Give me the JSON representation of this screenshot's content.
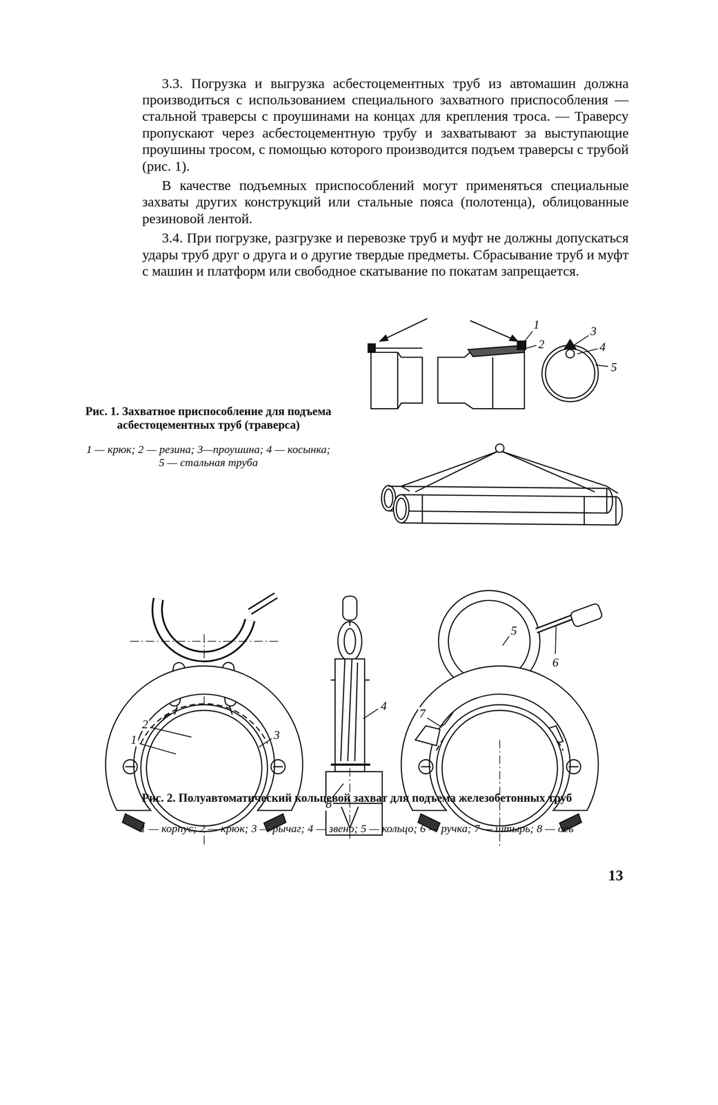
{
  "diagram": {
    "labels": [
      "3.3. Погрузка и выгрузка асбестоцементных труб из автомашин должна производиться с использованием специального захватного приспособления — стальной траверсы с проушинами на концах для крепления троса. — Траверсу пропускают через асбестоцементную трубу и захватывают за выступающие проушины тросом, с помощью которого производится подъем траверсы с трубой (рис. 1).",
      "В качестве подъемных приспособлений могут применяться специальные захваты других конструкций или стальные пояса (полотенца), облицованные резиновой лентой.",
      "3.4. При погрузке, разгрузке и перевозке труб и муфт не должны допускаться удары труб друг о друга и о другие твердые предметы. Сбрасывание труб и муфт с машин и платформ или свободное скатывание по покатам запрещается.",
      "Рис. 1. Захватное приспособление для подъема асбестоцементных труб (траверса)",
      "1 — крюк; 2 — резина; 3—проушина; 4 — косынка; 5 — стальная труба",
      "1",
      "2",
      "3",
      "4",
      "5",
      "2",
      "1",
      "3",
      "4",
      "8",
      "5",
      "6",
      "7",
      "Рис. 2. Полуавтоматический кольцевой захват для подъема железобетонных труб",
      "1 — корпус; 2 — крюк; 3 — рычаг; 4 — звено; 5 — кольцо; 6 — ручка; 7 — штырь; 8 — ось",
      "13"
    ]
  }
}
